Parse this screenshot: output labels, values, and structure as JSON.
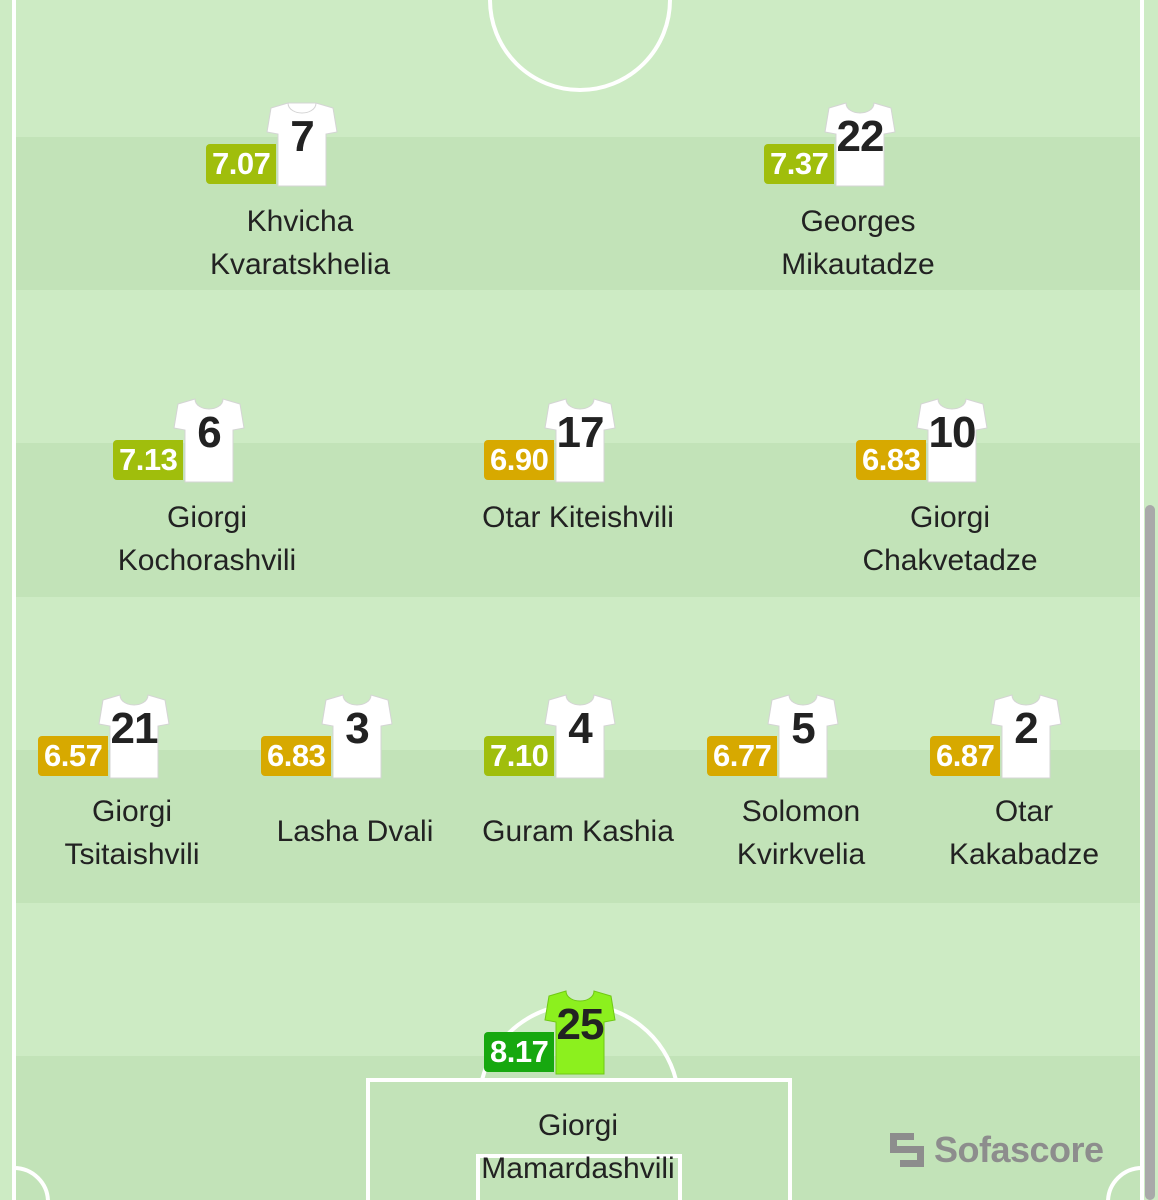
{
  "brand": {
    "name": "Sofascore",
    "color": "#8d8d8d"
  },
  "colors": {
    "pitch_light": "#cdebc4",
    "pitch_dark": "#c2e3b8",
    "lines": "#ffffff",
    "rating_green": "#17a80f",
    "rating_lime": "#a0be0c",
    "rating_yellow": "#d7a900",
    "shirt_outfield": "#ffffff",
    "shirt_goalkeeper": "#8cf01e"
  },
  "players": [
    {
      "name": "Khvicha Kvaratskhelia",
      "number": "7",
      "rating": "7.07",
      "tier": "lime",
      "kit": "outfield"
    },
    {
      "name": "Georges Mikautadze",
      "number": "22",
      "rating": "7.37",
      "tier": "lime",
      "kit": "outfield"
    },
    {
      "name": "Giorgi Kochorashvili",
      "number": "6",
      "rating": "7.13",
      "tier": "lime",
      "kit": "outfield"
    },
    {
      "name": "Otar Kiteishvili",
      "number": "17",
      "rating": "6.90",
      "tier": "yellow",
      "kit": "outfield"
    },
    {
      "name": "Giorgi Chakvetadze",
      "number": "10",
      "rating": "6.83",
      "tier": "yellow",
      "kit": "outfield"
    },
    {
      "name": "Giorgi Tsitaishvili",
      "number": "21",
      "rating": "6.57",
      "tier": "yellow",
      "kit": "outfield"
    },
    {
      "name": "Lasha Dvali",
      "number": "3",
      "rating": "6.83",
      "tier": "yellow",
      "kit": "outfield"
    },
    {
      "name": "Guram Kashia",
      "number": "4",
      "rating": "7.10",
      "tier": "lime",
      "kit": "outfield"
    },
    {
      "name": "Solomon Kvirkvelia",
      "number": "5",
      "rating": "6.77",
      "tier": "yellow",
      "kit": "outfield"
    },
    {
      "name": "Otar Kakabadze",
      "number": "2",
      "rating": "6.87",
      "tier": "yellow",
      "kit": "outfield"
    },
    {
      "name": "Giorgi Mamardashvili",
      "number": "25",
      "rating": "8.17",
      "tier": "green",
      "kit": "goalkeeper"
    }
  ]
}
